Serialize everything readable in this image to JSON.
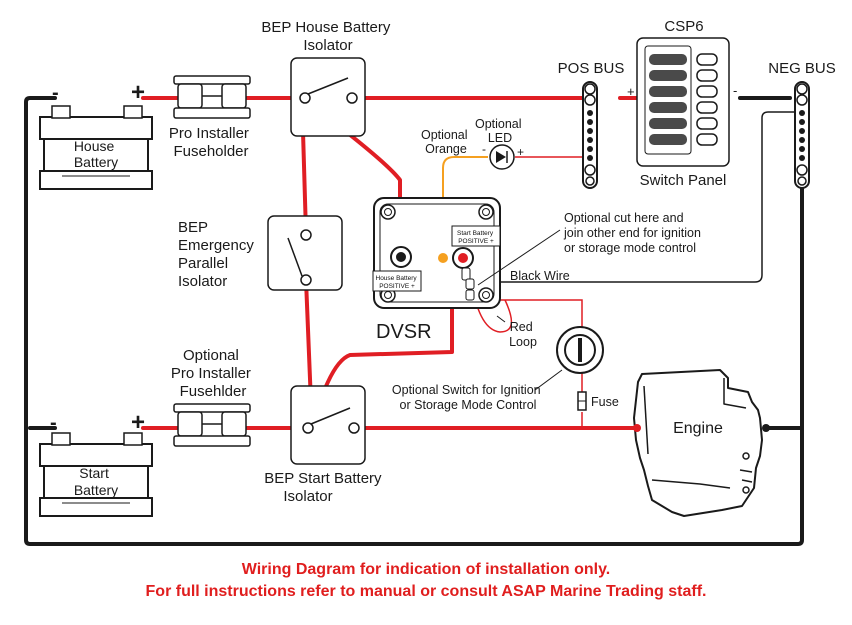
{
  "labels": {
    "house_isolator": [
      "BEP House Battery",
      "Isolator"
    ],
    "csp6": "CSP6",
    "pos_bus": "POS BUS",
    "neg_bus": "NEG BUS",
    "plus": "+",
    "minus": "-",
    "house_battery": [
      "House",
      "Battery"
    ],
    "pro_fuseholder": [
      "Pro Installer",
      "Fuseholder"
    ],
    "optional_orange": [
      "Optional",
      "Orange"
    ],
    "optional_led": [
      "Optional",
      "LED"
    ],
    "switch_panel": "Switch Panel",
    "emergency_isolator": [
      "BEP",
      "Emergency",
      "Parallel",
      "Isolator"
    ],
    "dvsr": "DVSR",
    "start_batt_positive": [
      "Start Battery",
      "POSITIVE +"
    ],
    "house_batt_positive": [
      "House Battery",
      "POSITIVE +"
    ],
    "optional_cut": [
      "Optional cut here and",
      "join other end for ignition",
      "or storage mode control"
    ],
    "black_wire": "Black Wire",
    "red_loop": [
      "Red",
      "Loop"
    ],
    "optional_fuseholder": [
      "Optional",
      "Pro Installer",
      "Fusehlder"
    ],
    "optional_switch": [
      "Optional Switch for Ignition",
      "or Storage Mode Control"
    ],
    "fuse": "Fuse",
    "engine": "Engine",
    "start_battery": [
      "Start",
      "Battery"
    ],
    "start_isolator": [
      "BEP Start Battery",
      "Isolator"
    ]
  },
  "footer": {
    "line1": "Wiring Dagram for indication of installation only.",
    "line2": "For full instructions refer to manual or consult ASAP Marine Trading staff."
  },
  "colors": {
    "wire_red": "#e01e24",
    "wire_black": "#1a1a1a",
    "wire_orange": "#f5a020",
    "footer_red": "#e01e1e"
  },
  "icons": [
    "battery-icon",
    "fuseholder-icon",
    "isolator-switch-icon",
    "bus-bar-icon",
    "switch-panel-icon",
    "led-icon",
    "dvsr-icon",
    "key-switch-icon",
    "fuse-icon",
    "engine-icon"
  ]
}
